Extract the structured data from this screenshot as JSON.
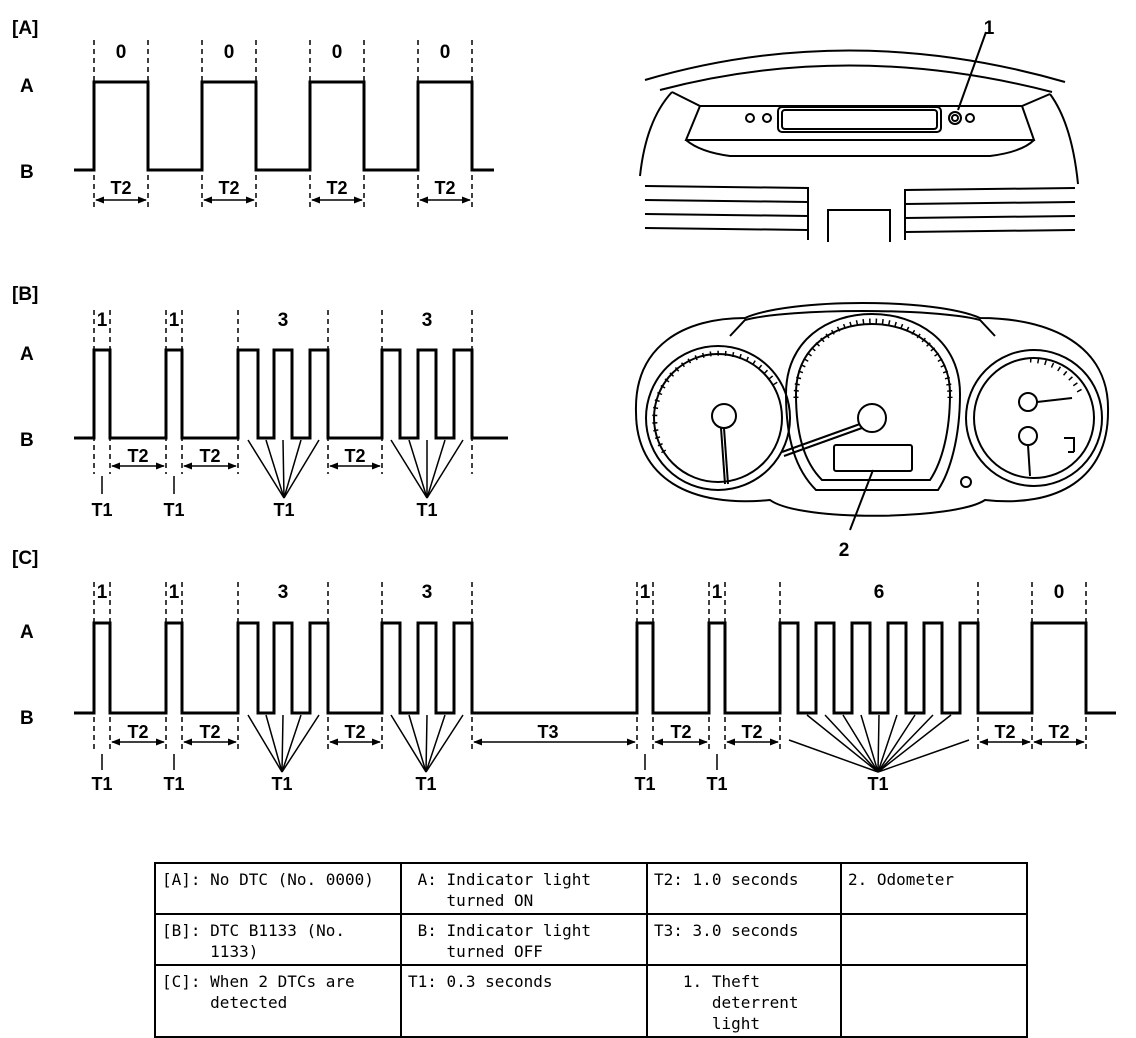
{
  "diagram": {
    "section_labels": {
      "A": "[A]",
      "B": "[B]",
      "C": "[C]"
    },
    "axis": {
      "high": "A",
      "low": "B"
    },
    "counts": {
      "A": [
        "0",
        "0",
        "0",
        "0"
      ],
      "B": [
        "1",
        "1",
        "3",
        "3"
      ],
      "C": [
        "1",
        "1",
        "3",
        "3",
        "1",
        "1",
        "6",
        "0"
      ]
    },
    "timing": {
      "T1": "T1",
      "T2": "T2",
      "T3": "T3"
    },
    "callouts": {
      "theft_light": "1",
      "odometer": "2"
    }
  },
  "legend": {
    "rows": [
      [
        {
          "key": "[A]:",
          "text": "No DTC (No. 0000)"
        },
        {
          "key": " A:",
          "text": "Indicator light turned ON"
        },
        {
          "key": "T2:",
          "text": "1.0 seconds"
        },
        {
          "key": "2.",
          "text": "Odometer"
        }
      ],
      [
        {
          "key": "[B]:",
          "text": "DTC B1133 (No. 1133)"
        },
        {
          "key": " B:",
          "text": "Indicator light turned OFF"
        },
        {
          "key": "T3:",
          "text": "3.0 seconds"
        },
        {
          "key": "",
          "text": ""
        }
      ],
      [
        {
          "key": "[C]:",
          "text": "When 2 DTCs are detected"
        },
        {
          "key": "T1:",
          "text": "0.3 seconds"
        },
        {
          "key": "   1.",
          "text": "Theft deterrent light"
        },
        {
          "key": "",
          "text": ""
        }
      ]
    ]
  }
}
